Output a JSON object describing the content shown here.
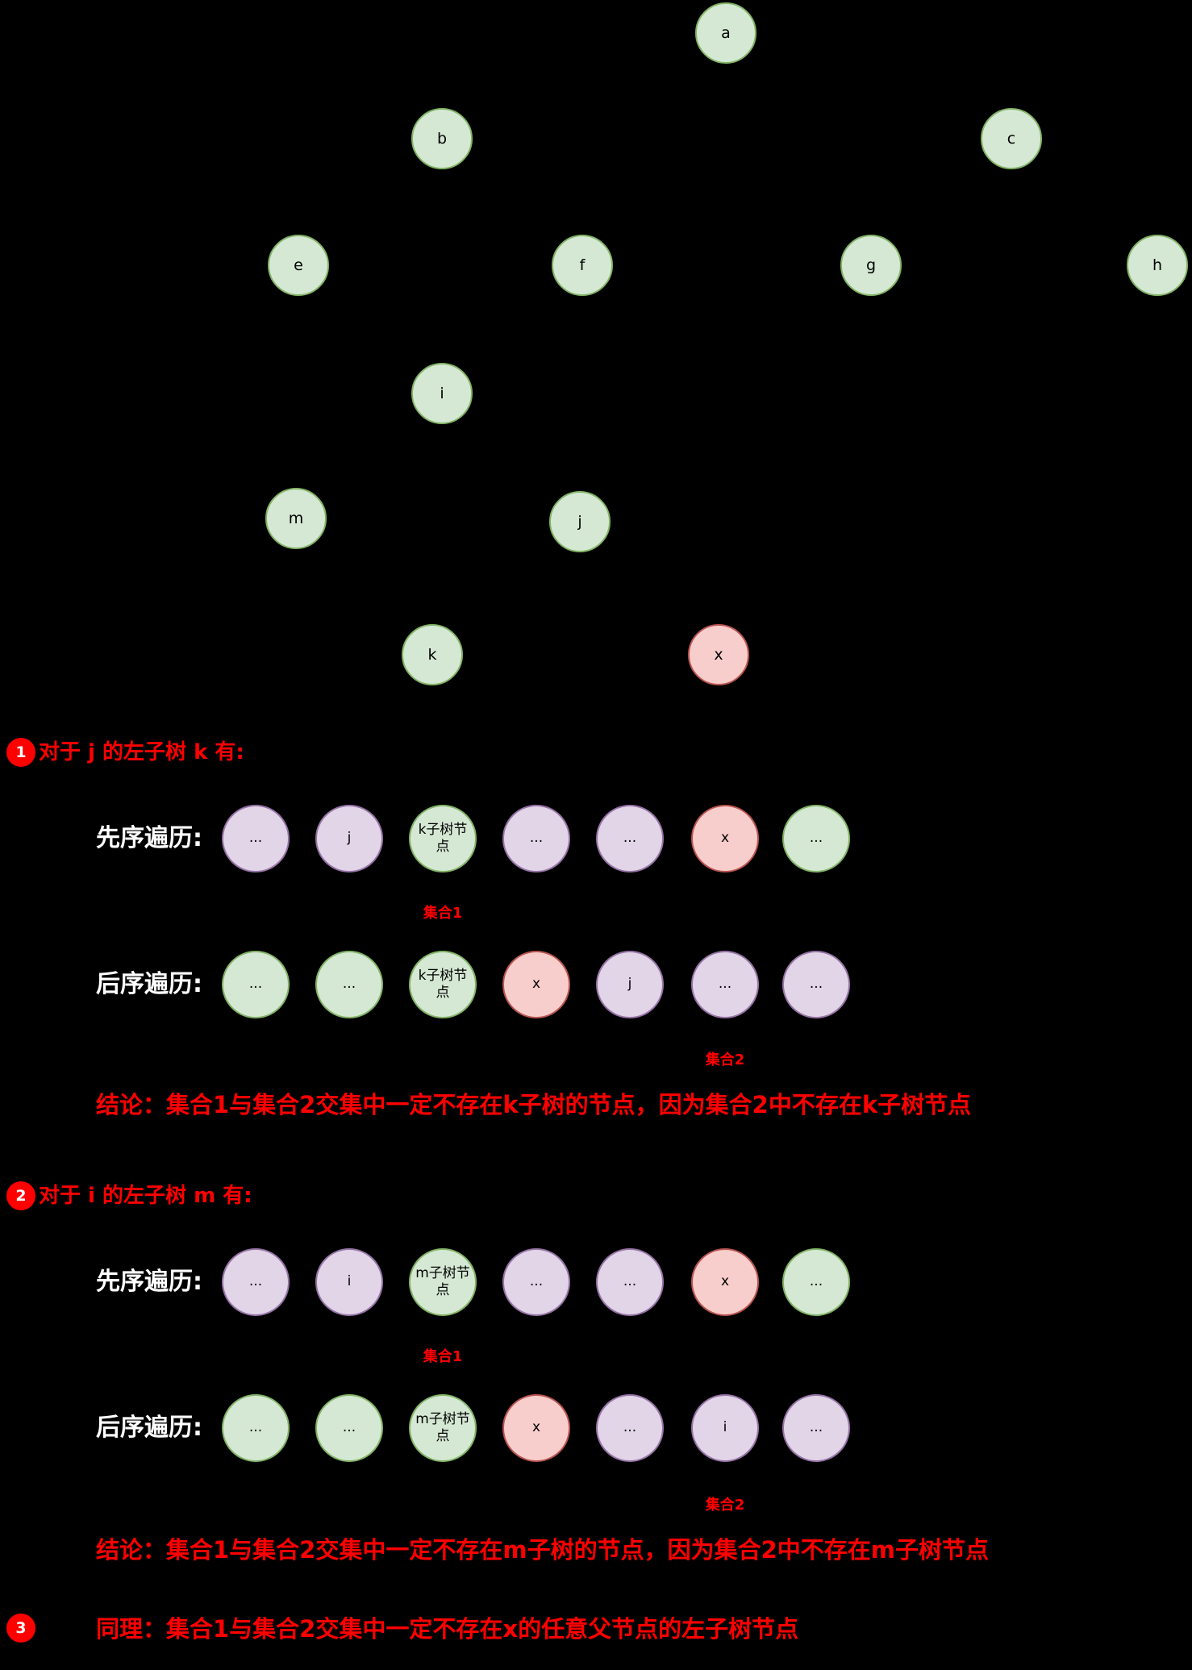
{
  "colors": {
    "background": "#000000",
    "green_fill": "#d5e8d4",
    "green_border": "#82b366",
    "pink_fill": "#f8cecc",
    "pink_border": "#b85450",
    "purple_fill": "#e1d5e7",
    "purple_border": "#9673a6",
    "accent_red": "#ff0000",
    "label_white": "#ffffff",
    "node_text": "#000000"
  },
  "tree": {
    "nodes": [
      {
        "label": "a",
        "color": "green"
      },
      {
        "label": "b",
        "color": "green"
      },
      {
        "label": "c",
        "color": "green"
      },
      {
        "label": "e",
        "color": "green"
      },
      {
        "label": "f",
        "color": "green"
      },
      {
        "label": "g",
        "color": "green"
      },
      {
        "label": "h",
        "color": "green"
      },
      {
        "label": "i",
        "color": "green"
      },
      {
        "label": "m",
        "color": "green"
      },
      {
        "label": "j",
        "color": "green"
      },
      {
        "label": "k",
        "color": "green"
      },
      {
        "label": "x",
        "color": "pink"
      }
    ]
  },
  "sections": [
    {
      "badge": "1",
      "heading": "对于 j 的左子树 k 有:",
      "preorder_label": "先序遍历:",
      "postorder_label": "后序遍历:",
      "set1_label": "集合1",
      "set2_label": "集合2",
      "preorder": [
        {
          "label": "...",
          "color": "purple"
        },
        {
          "label": "j",
          "color": "purple"
        },
        {
          "label": "k子树节点",
          "color": "green"
        },
        {
          "label": "...",
          "color": "purple"
        },
        {
          "label": "...",
          "color": "purple"
        },
        {
          "label": "x",
          "color": "pink"
        },
        {
          "label": "...",
          "color": "green"
        }
      ],
      "postorder": [
        {
          "label": "...",
          "color": "green"
        },
        {
          "label": "...",
          "color": "green"
        },
        {
          "label": "k子树节点",
          "color": "green"
        },
        {
          "label": "x",
          "color": "pink"
        },
        {
          "label": "j",
          "color": "purple"
        },
        {
          "label": "...",
          "color": "purple"
        },
        {
          "label": "...",
          "color": "purple"
        }
      ],
      "conclusion": "结论：集合1与集合2交集中一定不存在k子树的节点，因为集合2中不存在k子树节点"
    },
    {
      "badge": "2",
      "heading": "对于 i 的左子树 m 有:",
      "preorder_label": "先序遍历:",
      "postorder_label": "后序遍历:",
      "set1_label": "集合1",
      "set2_label": "集合2",
      "preorder": [
        {
          "label": "...",
          "color": "purple"
        },
        {
          "label": "i",
          "color": "purple"
        },
        {
          "label": "m子树节点",
          "color": "green"
        },
        {
          "label": "...",
          "color": "purple"
        },
        {
          "label": "...",
          "color": "purple"
        },
        {
          "label": "x",
          "color": "pink"
        },
        {
          "label": "...",
          "color": "green"
        }
      ],
      "postorder": [
        {
          "label": "...",
          "color": "green"
        },
        {
          "label": "...",
          "color": "green"
        },
        {
          "label": "m子树节点",
          "color": "green"
        },
        {
          "label": "x",
          "color": "pink"
        },
        {
          "label": "...",
          "color": "purple"
        },
        {
          "label": "i",
          "color": "purple"
        },
        {
          "label": "...",
          "color": "purple"
        }
      ],
      "conclusion": "结论：集合1与集合2交集中一定不存在m子树的节点，因为集合2中不存在m子树节点"
    }
  ],
  "footer": {
    "badge": "3",
    "text": "同理：集合1与集合2交集中一定不存在x的任意父节点的左子树节点"
  }
}
